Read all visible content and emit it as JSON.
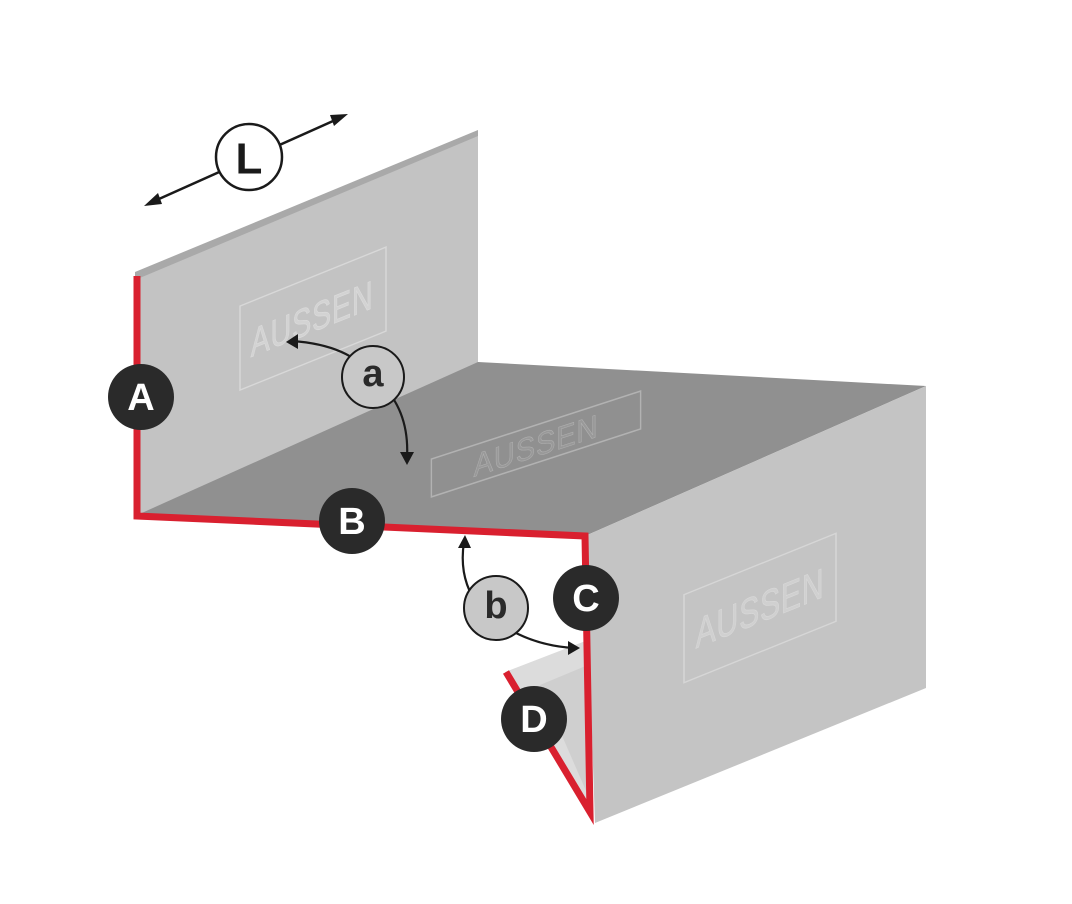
{
  "diagram": {
    "stamp_text": "AUSSEN",
    "labels": {
      "length": "L",
      "angle_a": "a",
      "angle_b": "b",
      "edge_a": "A",
      "edge_b": "B",
      "edge_c": "C",
      "edge_d": "D"
    },
    "colors": {
      "edge_highlight": "#d9202f",
      "badge_dark": "#2a2a2a",
      "badge_light": "#c8c8c8",
      "panel_light": "#c3c3c3",
      "panel_mid": "#8f8f8f",
      "panel_dark": "#b9b9b9"
    }
  }
}
